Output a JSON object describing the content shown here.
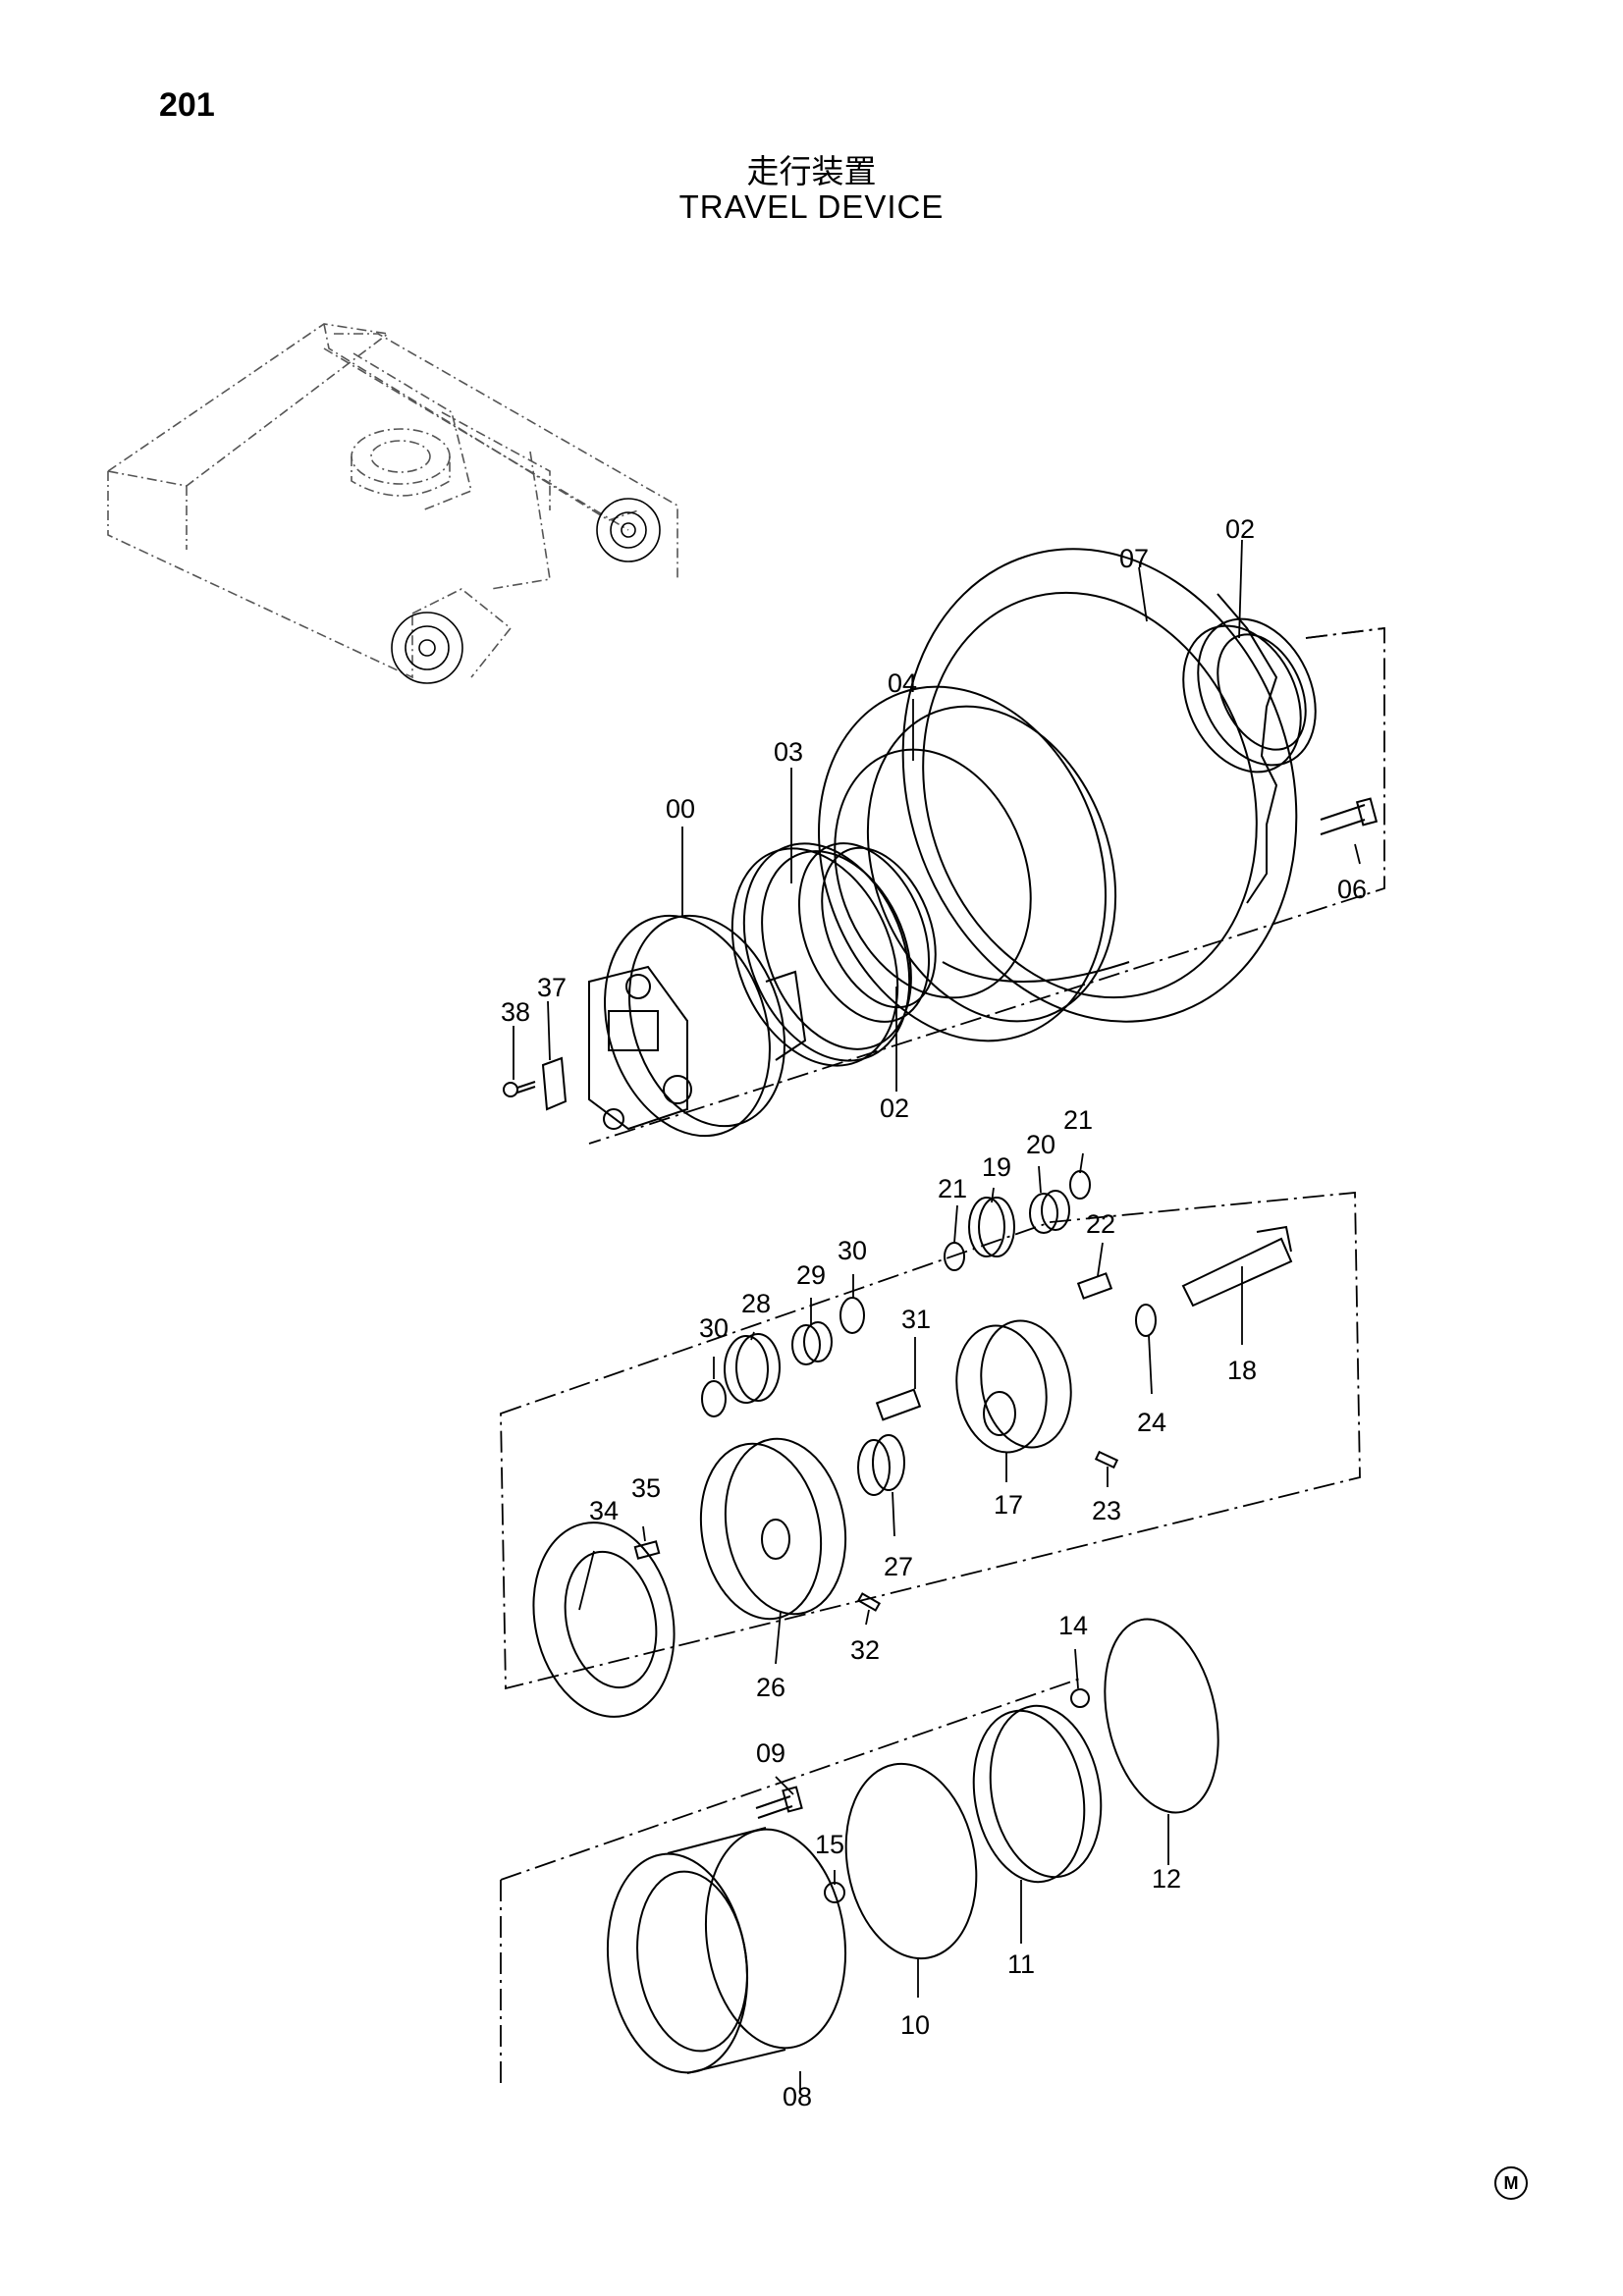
{
  "header": {
    "page_number": "201",
    "title_jp": "走行装置",
    "title_en": "TRAVEL DEVICE"
  },
  "parts": [
    {
      "id": "p00",
      "label": "00"
    },
    {
      "id": "p02a",
      "label": "02"
    },
    {
      "id": "p02b",
      "label": "02"
    },
    {
      "id": "p03",
      "label": "03"
    },
    {
      "id": "p04",
      "label": "04"
    },
    {
      "id": "p06",
      "label": "06"
    },
    {
      "id": "p07",
      "label": "07"
    },
    {
      "id": "p08",
      "label": "08"
    },
    {
      "id": "p09",
      "label": "09"
    },
    {
      "id": "p10",
      "label": "10"
    },
    {
      "id": "p11",
      "label": "11"
    },
    {
      "id": "p12",
      "label": "12"
    },
    {
      "id": "p14",
      "label": "14"
    },
    {
      "id": "p15",
      "label": "15"
    },
    {
      "id": "p17",
      "label": "17"
    },
    {
      "id": "p18",
      "label": "18"
    },
    {
      "id": "p19",
      "label": "19"
    },
    {
      "id": "p20",
      "label": "20"
    },
    {
      "id": "p21a",
      "label": "21"
    },
    {
      "id": "p21b",
      "label": "21"
    },
    {
      "id": "p22",
      "label": "22"
    },
    {
      "id": "p23",
      "label": "23"
    },
    {
      "id": "p24",
      "label": "24"
    },
    {
      "id": "p26",
      "label": "26"
    },
    {
      "id": "p27",
      "label": "27"
    },
    {
      "id": "p28",
      "label": "28"
    },
    {
      "id": "p29",
      "label": "29"
    },
    {
      "id": "p30a",
      "label": "30"
    },
    {
      "id": "p30b",
      "label": "30"
    },
    {
      "id": "p31",
      "label": "31"
    },
    {
      "id": "p32",
      "label": "32"
    },
    {
      "id": "p34",
      "label": "34"
    },
    {
      "id": "p35",
      "label": "35"
    },
    {
      "id": "p37",
      "label": "37"
    },
    {
      "id": "p38",
      "label": "38"
    }
  ],
  "footer": {
    "mark": "M"
  }
}
